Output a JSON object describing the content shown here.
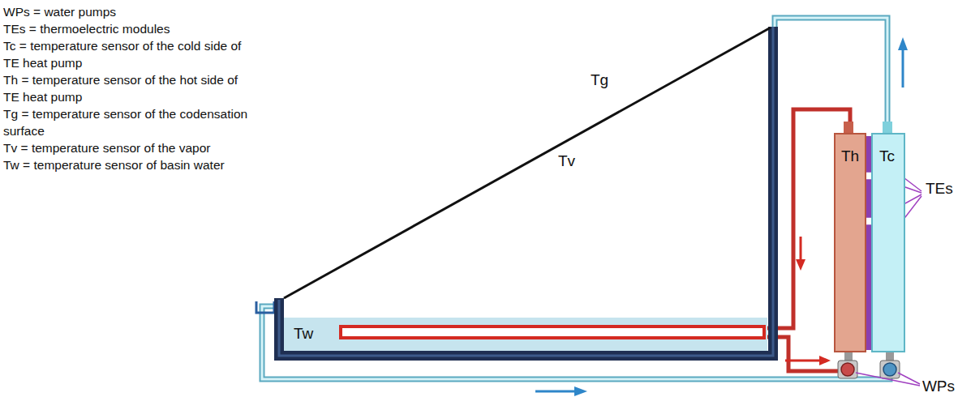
{
  "diagram": {
    "nodes": [
      {
        "text": [
          "Tw"
        ]
      },
      {
        "text": [
          "Th"
        ]
      },
      {
        "text": [
          "Tc"
        ]
      }
    ],
    "edges": [
      {
        "from": 1,
        "to": 0,
        "arrow": "none"
      },
      {
        "from": 0,
        "to": 1,
        "arrow": "none"
      }
    ],
    "labels": [
      "WPs = water pumps",
      "TEs = thermoelectric modules",
      "Tc = temperature sensor of the cold side of TE heat pump",
      "Th = temperature sensor of the hot side of TE heat pump",
      "Tg = temperature sensor of the codensation surface",
      "Tv = temperature sensor of the vapor",
      "Tw = temperature sensor of basin water",
      "Tg",
      "Tv",
      "TEs",
      "WPs"
    ]
  }
}
